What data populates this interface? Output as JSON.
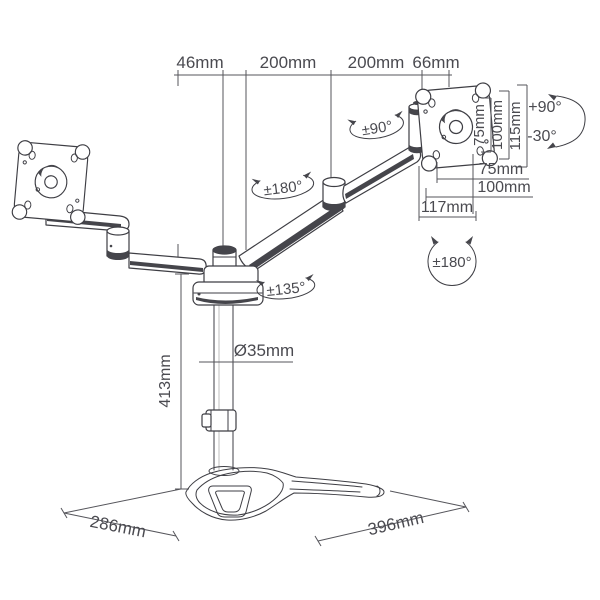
{
  "diagram": {
    "product": "dual-monitor-desk-stand-dimension-drawing",
    "top_dims": {
      "d46": "46mm",
      "d200a": "200mm",
      "d200b": "200mm",
      "d66": "66mm"
    },
    "vesa_side": {
      "v75": "75mm",
      "v100": "100mm",
      "v115": "115mm",
      "tilt_up": "+90°",
      "tilt_down": "-30°"
    },
    "vesa_below": {
      "h75": "75mm",
      "h100": "100mm",
      "h117": "117mm"
    },
    "rotations": {
      "vesa_swivel": "±90°",
      "arm_upper": "±180°",
      "plate_rotate": "±180°",
      "arm_lower": "±135°"
    },
    "pole": {
      "diameter": "Ø35mm",
      "height": "413mm"
    },
    "base": {
      "depth": "286mm",
      "width": "396mm"
    },
    "colors": {
      "line": "#3e3e44",
      "text": "#4a4a50",
      "background": "#ffffff"
    }
  }
}
